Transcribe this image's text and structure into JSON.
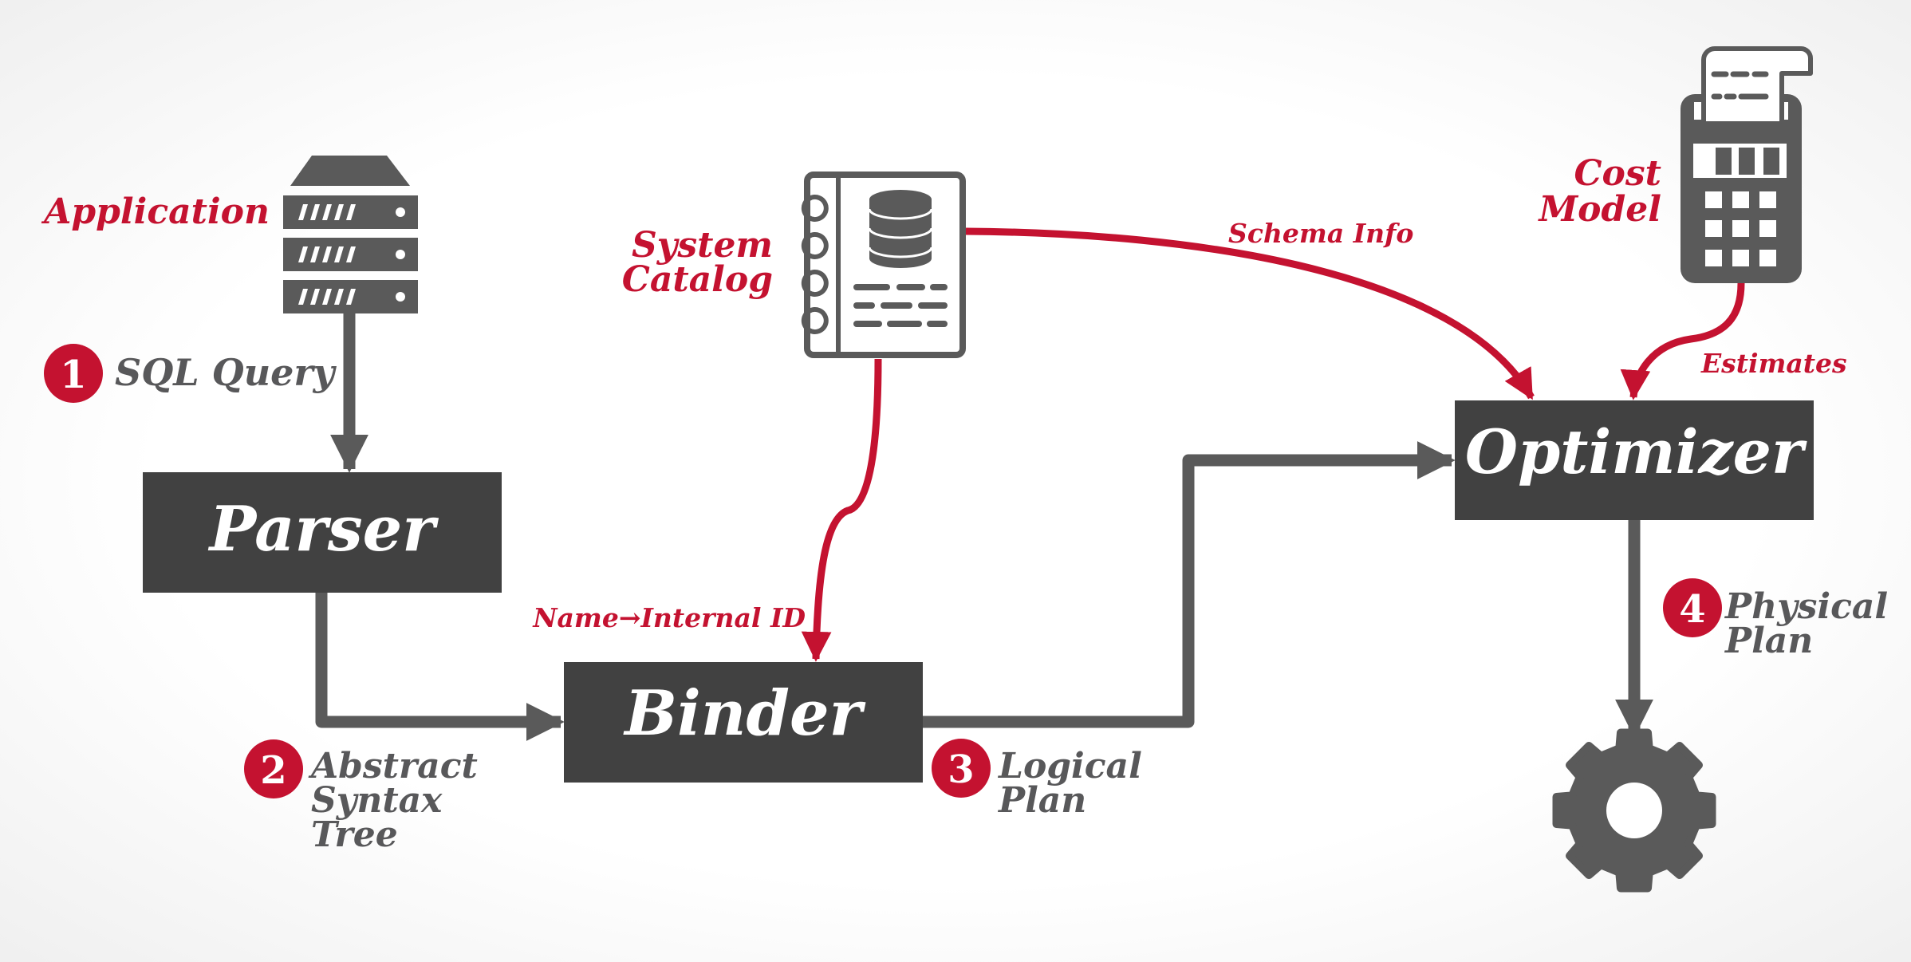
{
  "colors": {
    "accent_red": "#c41230",
    "box_dark": "#414141",
    "icon_gray": "#5a5a5a",
    "text_gray": "#58585a"
  },
  "components": {
    "parser": "Parser",
    "binder": "Binder",
    "optimizer": "Optimizer"
  },
  "sources": {
    "application": "Application",
    "system_catalog": [
      "System",
      "Catalog"
    ],
    "cost_model": [
      "Cost",
      "Model"
    ]
  },
  "edge_labels": {
    "schema_info": "Schema Info",
    "name_to_id": "Name→Internal ID",
    "estimates": "Estimates"
  },
  "steps": [
    {
      "number": "1",
      "lines": [
        "SQL Query"
      ]
    },
    {
      "number": "2",
      "lines": [
        "Abstract",
        "Syntax",
        "Tree"
      ]
    },
    {
      "number": "3",
      "lines": [
        "Logical",
        "Plan"
      ]
    },
    {
      "number": "4",
      "lines": [
        "Physical",
        "Plan"
      ]
    }
  ],
  "icons": {
    "application": "server-rack-icon",
    "system_catalog": "notebook-database-icon",
    "cost_model": "calculator-receipt-icon",
    "execution": "gear-icon"
  }
}
